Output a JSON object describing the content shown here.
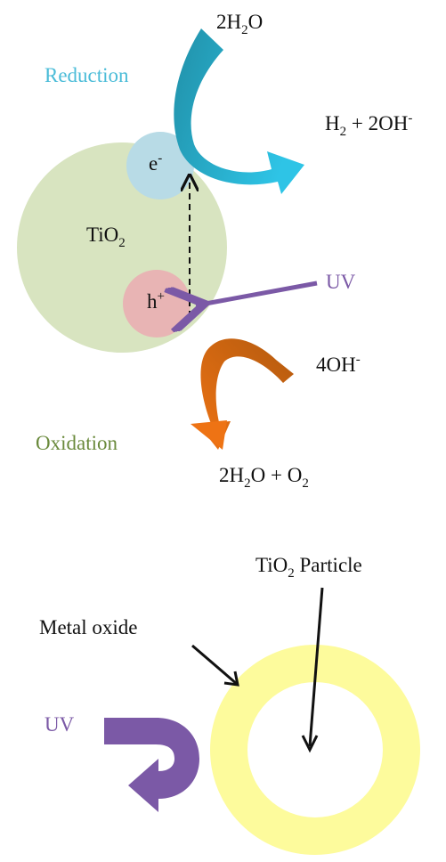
{
  "top_diagram": {
    "reactant_water": {
      "coef": "2H",
      "sub": "2",
      "tail": "O"
    },
    "reduction_label": "Reduction",
    "electron": {
      "base": "e",
      "sup": "-"
    },
    "titania": {
      "base": "TiO",
      "sub": "2"
    },
    "hole": {
      "base": "h",
      "sup": "+"
    },
    "uv_label": "UV",
    "hydrogen_product": {
      "a": "H",
      "a_sub": "2",
      "b": " + 2OH",
      "b_sup": "-"
    },
    "hydroxide": {
      "base": "4OH",
      "sup": "-"
    },
    "oxidation_label": "Oxidation",
    "oxidation_product": {
      "a": "2H",
      "a_sub": "2",
      "b": "O + O",
      "b_sub": "2"
    }
  },
  "bottom_diagram": {
    "particle_label": {
      "a": "TiO",
      "a_sub": "2",
      "b": " Particle"
    },
    "shell_label": "Metal oxide",
    "uv_label": "UV"
  },
  "colors": {
    "titania_particle": "#d8e4c0",
    "electron_circle": "#b8dbe6",
    "hole_circle": "#e8b4b4",
    "reduction_arrow_dark": "#2190a8",
    "reduction_arrow_light": "#2ec4e6",
    "oxidation_arrow_dark": "#b35a0e",
    "oxidation_arrow_light": "#ee7314",
    "uv_purple": "#7b59a6",
    "reduction_text": "#4bbcd8",
    "oxidation_text": "#6a8a3c",
    "shell_ring": "#fdfb9c"
  }
}
